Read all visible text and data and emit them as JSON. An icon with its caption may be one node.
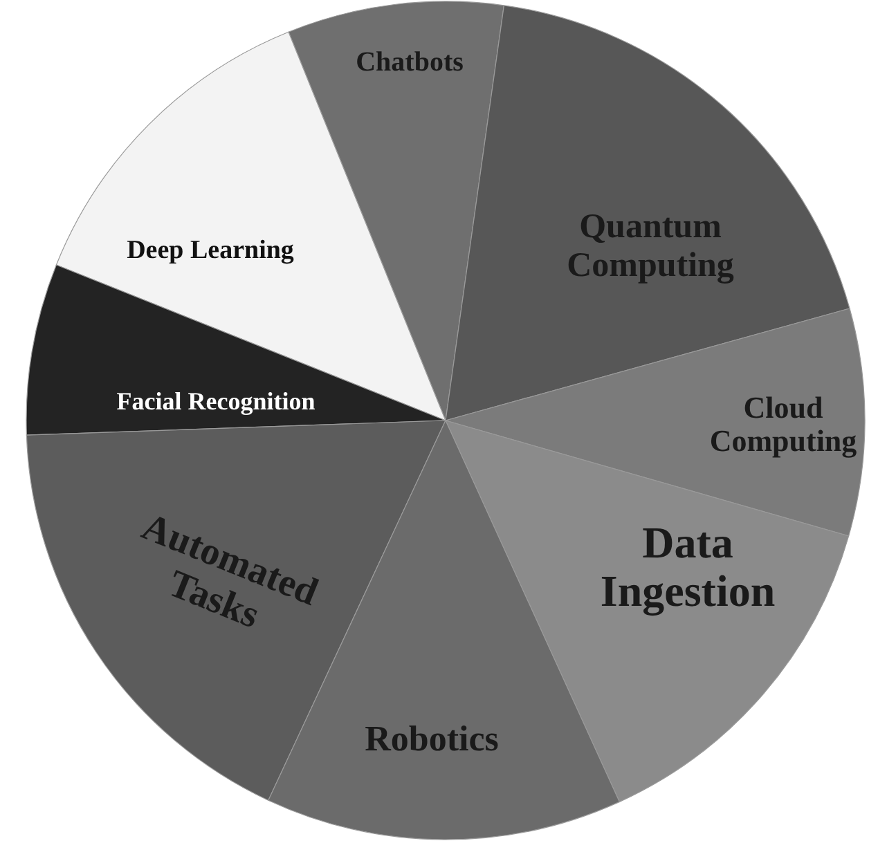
{
  "diagram": {
    "nodes": [
      {
        "text": [
          "Chatbots"
        ]
      },
      {
        "text": [
          "Quantum Computing"
        ]
      },
      {
        "text": [
          "Deep Learning"
        ]
      },
      {
        "text": [
          "Cloud Computing"
        ]
      },
      {
        "text": [
          "Facial Recognition"
        ]
      },
      {
        "text": [
          "Data Ingestion"
        ]
      },
      {
        "text": [
          "Automated Tasks"
        ]
      },
      {
        "text": [
          "Robotics"
        ]
      }
    ]
  }
}
